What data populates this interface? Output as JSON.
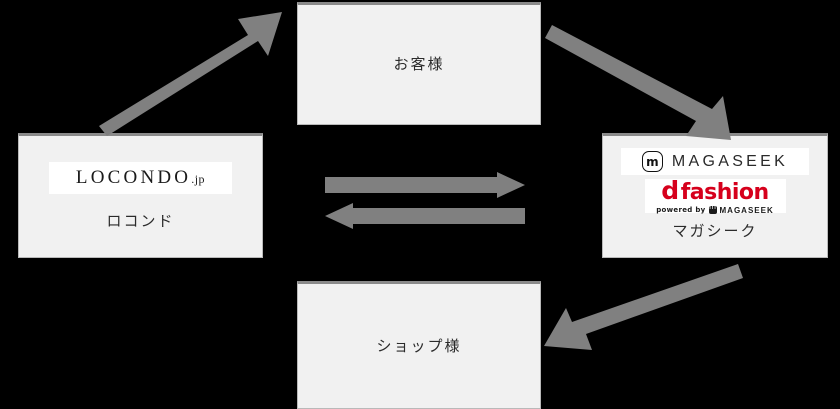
{
  "diagram": {
    "title": "",
    "colors": {
      "background": "#000000",
      "box_fill": "#f1f1f1",
      "box_border": "#b9b9b9",
      "box_border_top": "#8a8a8a",
      "arrow": "#808080",
      "text": "#2b2b2b",
      "dfashion_red": "#d6001c"
    },
    "nodes": {
      "customer": {
        "label": "お客様"
      },
      "shop": {
        "label": "ショップ様"
      },
      "locondo": {
        "label": "ロコンド",
        "logo_text": "LOCONDO",
        "logo_tld": ".jp"
      },
      "magaseek": {
        "label": "マガシーク",
        "logo_mark": "m",
        "logo_text": "MAGASEEK",
        "dfashion_d": "d",
        "dfashion_word": "fashion",
        "dfashion_powered": "powered by",
        "dfashion_brand": "MAGASEEK",
        "dfashion_mark": "m"
      }
    },
    "arrows": {
      "locondo_to_customer": {
        "direction": "up-right"
      },
      "customer_to_magaseek": {
        "direction": "down-right"
      },
      "magaseek_to_shop": {
        "direction": "down-left"
      },
      "locondo_to_magaseek": {
        "direction": "right"
      },
      "magaseek_to_locondo": {
        "direction": "left"
      }
    }
  }
}
